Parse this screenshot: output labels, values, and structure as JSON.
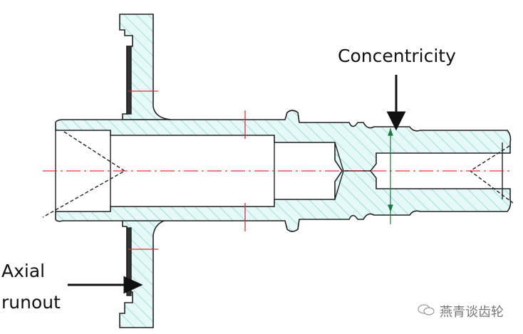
{
  "labels": {
    "concentricity": "Concentricity",
    "axial_runout_line1": "Axial",
    "axial_runout_line2": "runout"
  },
  "watermark": {
    "icon": "wechat-icon",
    "text": "燕青谈齿轮"
  },
  "colors": {
    "hatch": "#7fd6d0",
    "fill": "#e6f8f7",
    "centerline": "#e0303a",
    "outline": "#222222",
    "dimension": "#1a7a3a"
  }
}
